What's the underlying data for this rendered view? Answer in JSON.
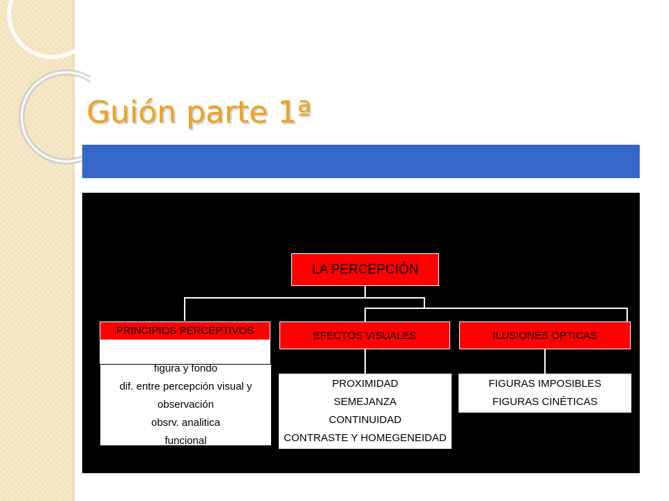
{
  "slide": {
    "title": "Guión parte 1ª"
  },
  "diagram": {
    "root": "LA PERCEPCIÓN",
    "branches": [
      {
        "label": "PRINCIPIOS PERCEPTIVOS",
        "items": [
          "figura y fondo",
          "dif. entre percepción visual y observación",
          "obsrv. analitica",
          "funcional"
        ]
      },
      {
        "label": "EFECTOS VISUALES",
        "items": [
          "PROXIMIDAD",
          "SEMEJANZA",
          "CONTINUIDAD",
          "CONTRASTE Y HOMEGENEIDAD"
        ]
      },
      {
        "label": "ILUSIONES ÓPTICAS",
        "items": [
          "FIGURAS IMPOSIBLES",
          "FIGURAS CINÉTICAS"
        ]
      }
    ]
  },
  "colors": {
    "title": "#f1a21b",
    "bar": "#3566c9",
    "box_red": "#ff0000",
    "background_panel": "#000000"
  }
}
